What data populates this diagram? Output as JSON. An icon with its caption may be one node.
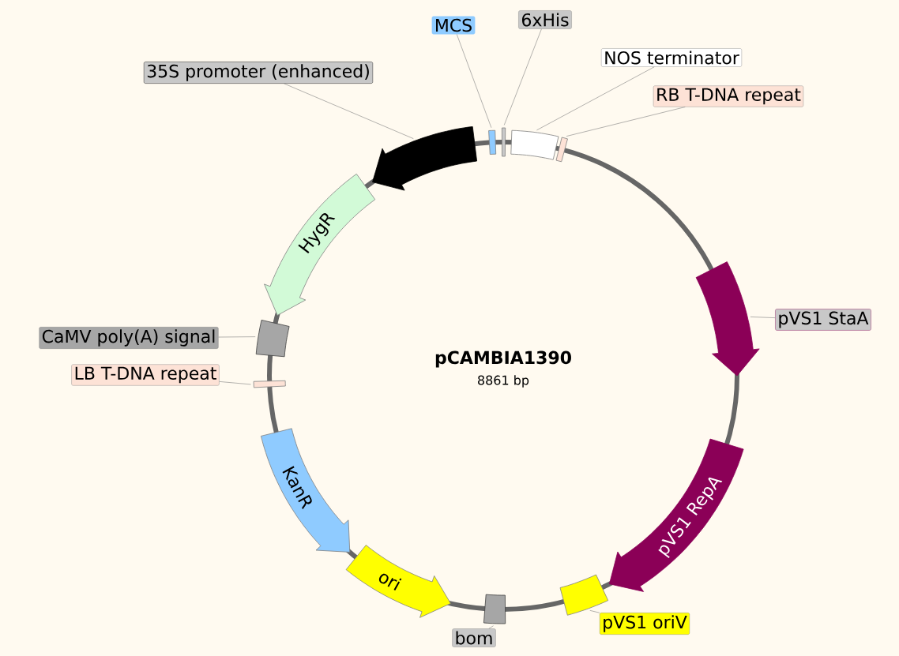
{
  "diagram": {
    "nodes": [
      {
        "text": [
          "MCS"
        ]
      },
      {
        "text": [
          "6xHis"
        ]
      },
      {
        "text": [
          "NOS terminator"
        ]
      },
      {
        "text": [
          "RB T-DNA repeat"
        ]
      },
      {
        "text": [
          "35S promoter (enhanced)"
        ]
      },
      {
        "text": [],
        "shape": "arrow"
      },
      {
        "text": [],
        "shape": "box"
      },
      {
        "text": [],
        "shape": "box"
      },
      {
        "text": [],
        "shape": "box"
      },
      {
        "text": [],
        "shape": "box"
      },
      {
        "text": [
          "HygR"
        ]
      },
      {
        "text": [
          "pVS1 StaA"
        ]
      },
      {
        "text": [],
        "shape": "arrow"
      },
      {
        "text": [
          "CaMV poly(A) signal"
        ]
      },
      {
        "text": [],
        "shape": "box"
      },
      {
        "text": [
          "LB T-DNA repeat"
        ]
      },
      {
        "text": [],
        "shape": "box"
      },
      {
        "text": [
          "pVS1 RepA"
        ]
      },
      {
        "text": [
          "KanR"
        ]
      },
      {
        "text": [
          "ori"
        ]
      },
      {
        "text": [],
        "shape": "box"
      },
      {
        "text": [],
        "shape": "box"
      },
      {
        "text": [
          "bom"
        ]
      },
      {
        "text": [
          "pVS1 oriV"
        ]
      }
    ],
    "edges": [
      {
        "from": 0,
        "to": 6,
        "arrow": "none"
      },
      {
        "from": 1,
        "to": 7,
        "arrow": "none"
      },
      {
        "from": 2,
        "to": 8,
        "arrow": "none"
      },
      {
        "from": 3,
        "to": 9,
        "arrow": "none"
      },
      {
        "from": 4,
        "to": 5,
        "arrow": "none"
      },
      {
        "from": 11,
        "to": 12,
        "arrow": "none"
      },
      {
        "from": 13,
        "to": 14,
        "arrow": "none"
      },
      {
        "from": 15,
        "to": 16,
        "arrow": "none"
      },
      {
        "from": 22,
        "to": 20,
        "arrow": "none"
      },
      {
        "from": 23,
        "to": 21,
        "arrow": "none"
      }
    ],
    "labels": [
      "pCAMBIA1390",
      "8861 bp"
    ]
  }
}
